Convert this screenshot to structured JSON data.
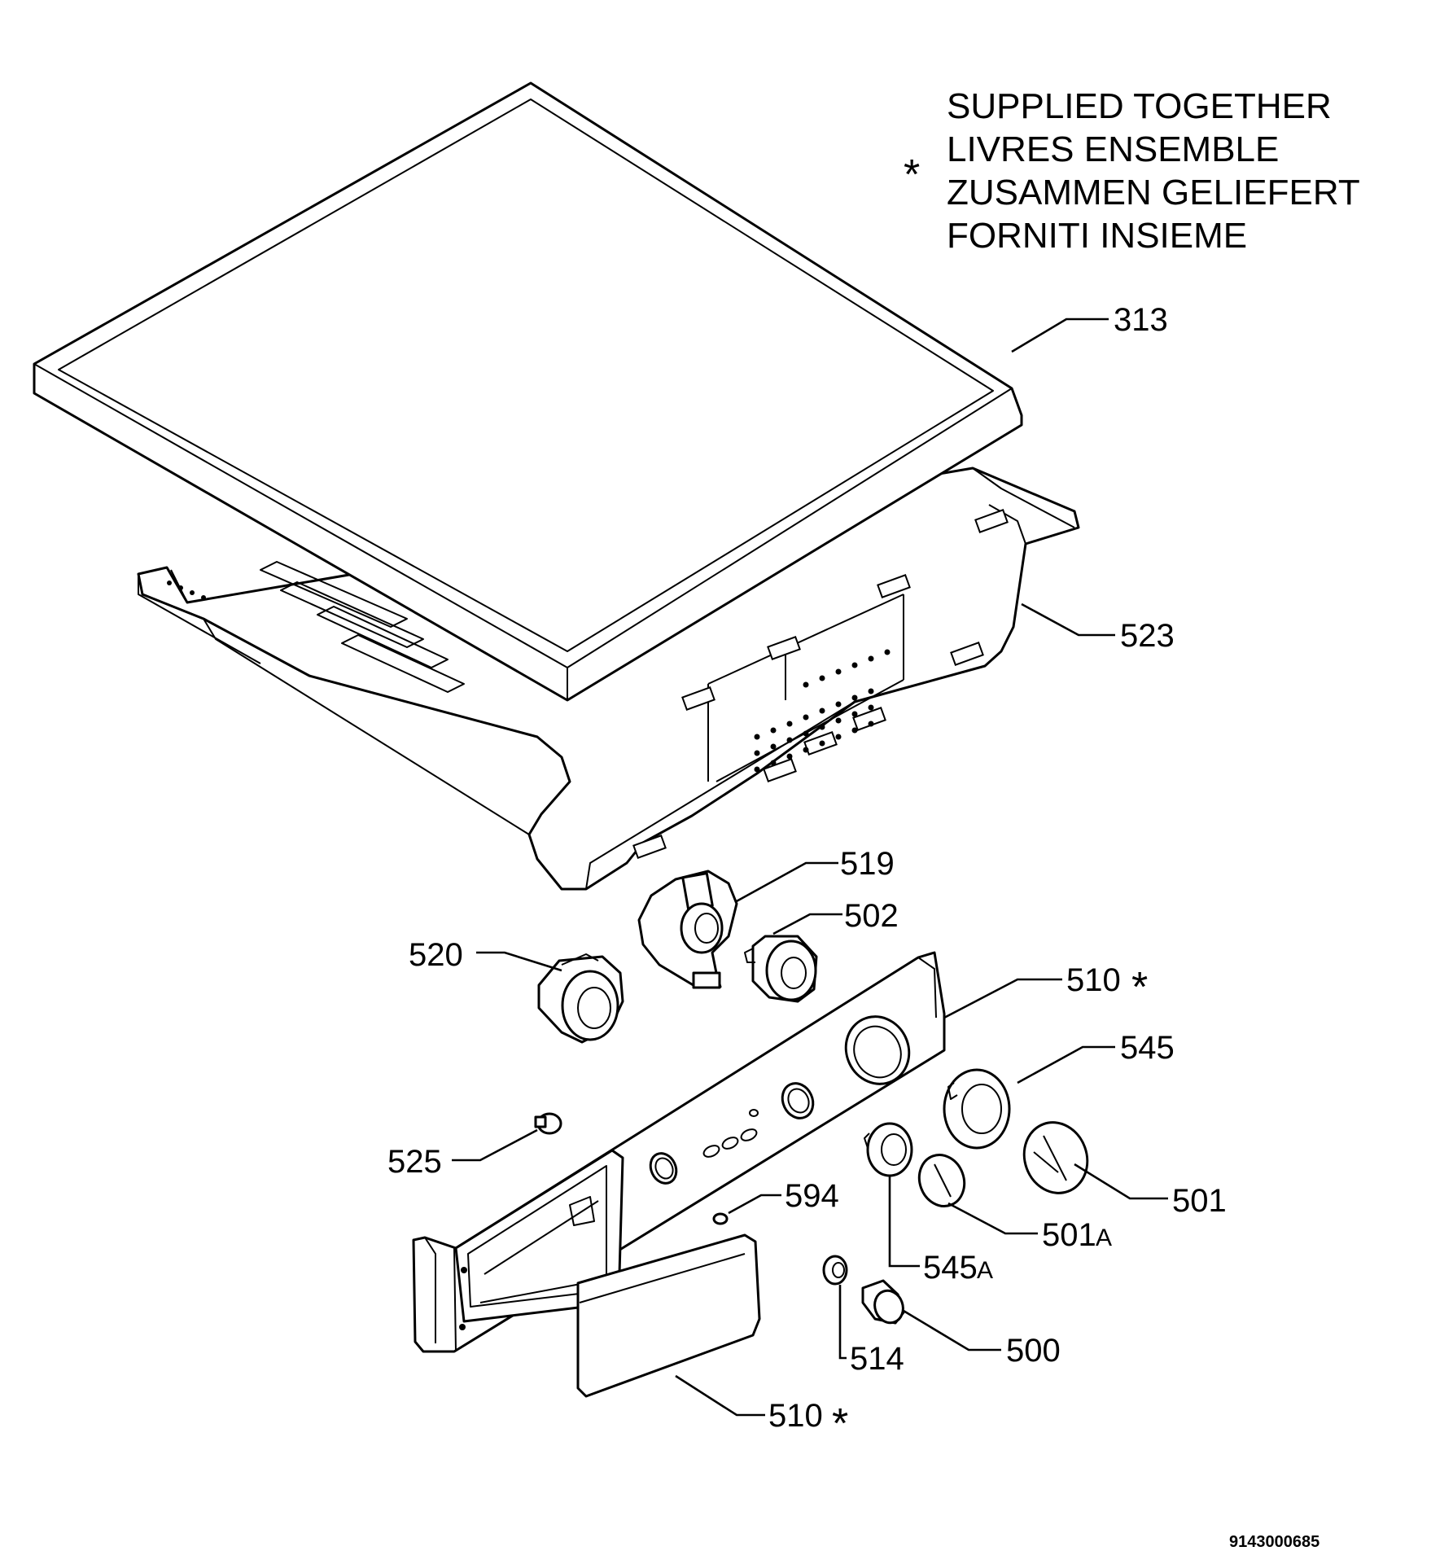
{
  "legend": {
    "symbol": "*",
    "lines": [
      "SUPPLIED TOGETHER",
      "LIVRES ENSEMBLE",
      "ZUSAMMEN GELIEFERT",
      "FORNITI INSIEME"
    ]
  },
  "labels": {
    "p313": "313",
    "p523": "523",
    "p519": "519",
    "p502": "502",
    "p520": "520",
    "p510_top": "510",
    "p510_top_mark": "*",
    "p545": "545",
    "p525": "525",
    "p594": "594",
    "p501": "501",
    "p501a": "501",
    "p501a_suffix": "A",
    "p545a": "545",
    "p545a_suffix": "A",
    "p514": "514",
    "p500": "500",
    "p510_bottom": "510",
    "p510_bottom_mark": "*"
  },
  "drawing_code": "9143000685"
}
